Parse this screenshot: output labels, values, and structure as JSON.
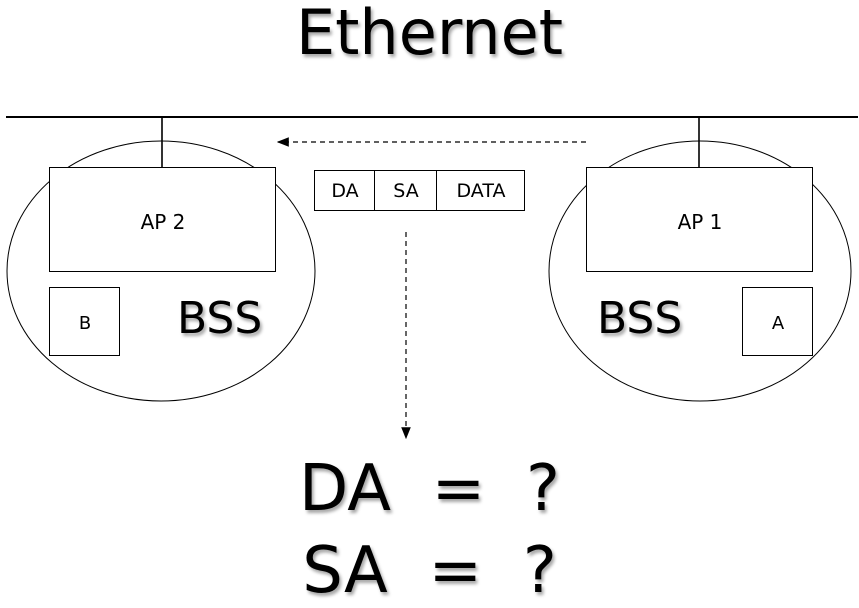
{
  "title": "Ethernet",
  "ap2": {
    "label": "AP 2",
    "station": "B",
    "bss": "BSS"
  },
  "ap1": {
    "label": "AP 1",
    "station": "A",
    "bss": "BSS"
  },
  "frame": {
    "cells": [
      "DA",
      "SA",
      "DATA"
    ]
  },
  "questions": {
    "line1": "DA  =  ?",
    "line2": "SA  =  ?"
  }
}
